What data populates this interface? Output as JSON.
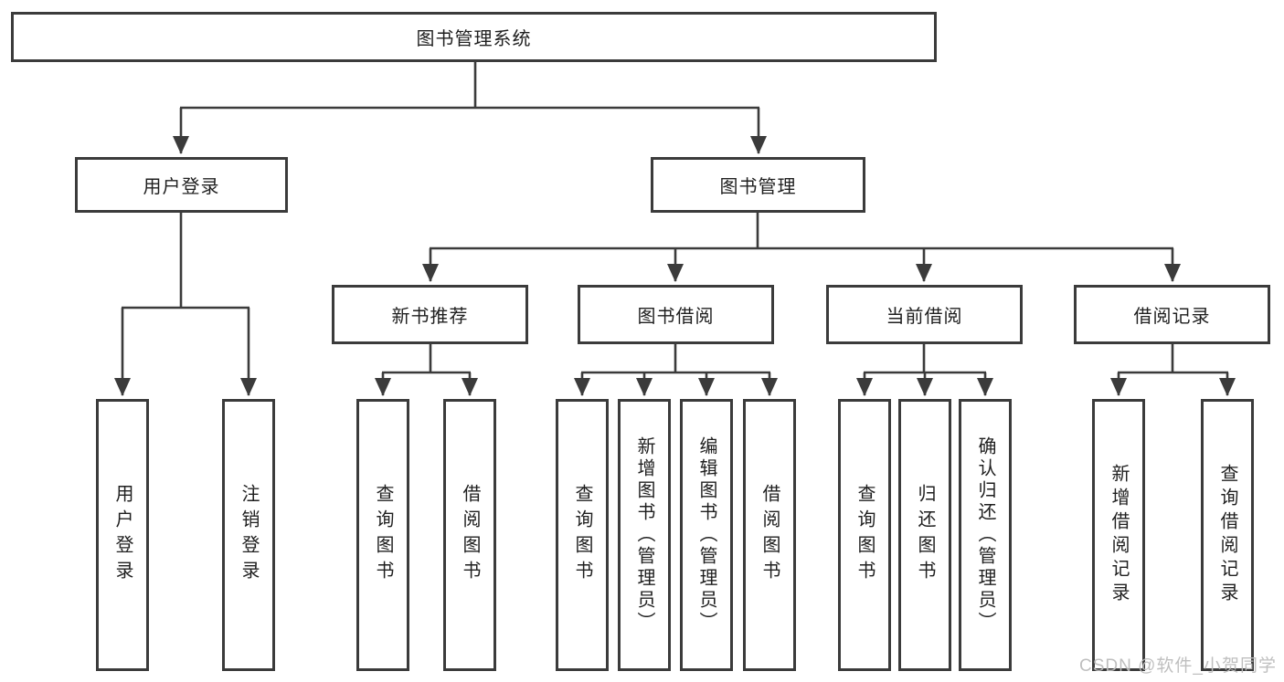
{
  "diagram": {
    "watermark": "CSDN @软件_小贺同学",
    "root": {
      "label": "图书管理系统",
      "children": [
        {
          "label": "用户登录",
          "leaves": [
            "用户登录",
            "注销登录"
          ]
        },
        {
          "label": "图书管理",
          "children": [
            {
              "label": "新书推荐",
              "leaves": [
                "查询图书",
                "借阅图书"
              ]
            },
            {
              "label": "图书借阅",
              "leaves": [
                "查询图书",
                "新增图书（管理员）",
                "编辑图书（管理员）",
                "借阅图书"
              ]
            },
            {
              "label": "当前借阅",
              "leaves": [
                "查询图书",
                "归还图书",
                "确认归还（管理员）"
              ]
            },
            {
              "label": "借阅记录",
              "leaves": [
                "新增借阅记录",
                "查询借阅记录"
              ]
            }
          ]
        }
      ]
    },
    "colors": {
      "line": "#3b3b3b",
      "text": "#1f1f1f",
      "background": "#ffffff",
      "watermark": "#bcbcbc"
    }
  }
}
